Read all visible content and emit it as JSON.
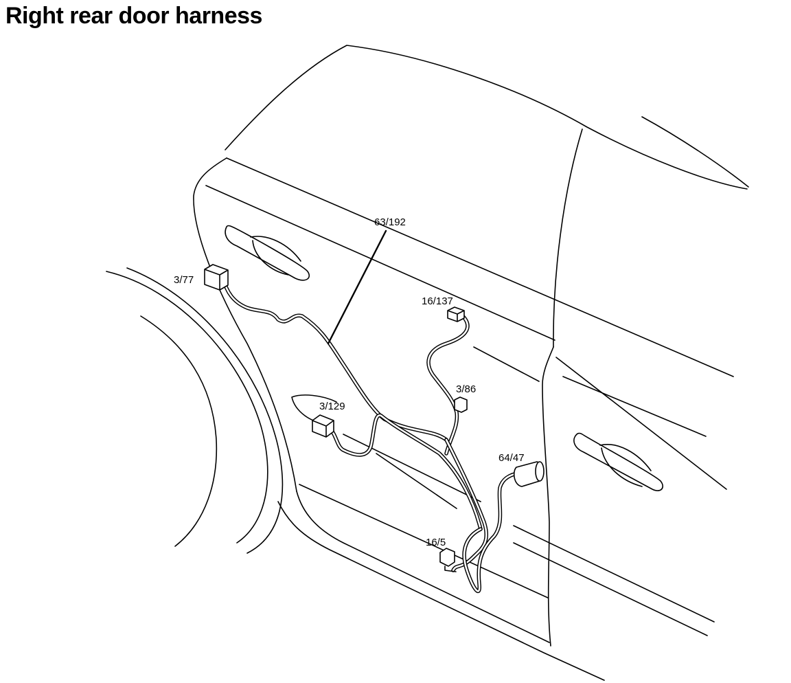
{
  "title": "Right rear door harness",
  "labels": {
    "c_63_192": "63/192",
    "c_3_77": "3/77",
    "c_16_137": "16/137",
    "c_3_86": "3/86",
    "c_3_129": "3/129",
    "c_64_47": "64/47",
    "c_16_5": "16/5"
  }
}
